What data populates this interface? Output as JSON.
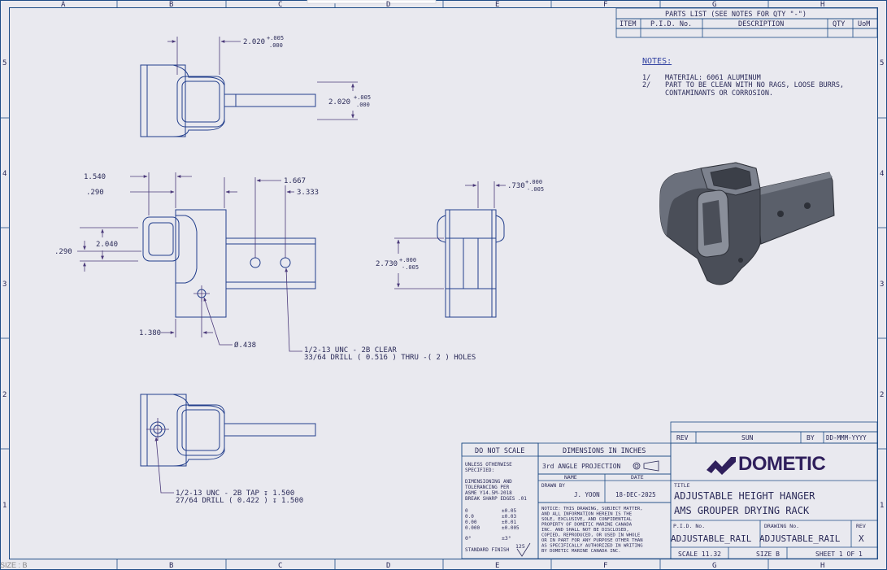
{
  "border": {
    "columns_top": [
      "A",
      "B",
      "C",
      "D",
      "E",
      "F",
      "G",
      "H"
    ],
    "columns_bottom": [
      "B",
      "C",
      "D",
      "E",
      "F",
      "G",
      "H"
    ],
    "rows": [
      "5",
      "4",
      "3",
      "2",
      "1"
    ],
    "size_tag": "SIZE : B"
  },
  "dims": {
    "top_width": "2.020",
    "top_width_tol_plus": "+.005",
    "top_width_tol_minus": ".000",
    "top_height": "2.020",
    "top_height_tol_plus": "+.005",
    "top_height_tol_minus": ".000",
    "front_1540": "1.540",
    "front_290a": ".290",
    "front_2040": "2.040",
    "front_290b": ".290",
    "front_1667": "1.667",
    "front_3333": "3.333",
    "front_1380": "1.380",
    "front_dia": "Ø.438",
    "side_730": ".730",
    "side_730_plus": "+.000",
    "side_730_minus": "-.005",
    "side_2730": "2.730",
    "side_2730_plus": "+.000",
    "side_2730_minus": "-.005"
  },
  "callouts": {
    "clear_line1": "1/2-13 UNC - 2B CLEAR",
    "clear_line2": "33/64 DRILL ( 0.516 )  THRU  -( 2 ) HOLES",
    "tap_line1": "1/2-13 UNC - 2B TAP ↧ 1.500",
    "tap_line2": "27/64 DRILL ( 0.422 ) ↧ 1.500"
  },
  "parts_list": {
    "title": "PARTS LIST (SEE NOTES FOR QTY \"-\")",
    "headers": [
      "ITEM",
      "P.I.D. No.",
      "DESCRIPTION",
      "QTY",
      "UoM"
    ]
  },
  "notes": {
    "heading": "NOTES:",
    "items": [
      {
        "num": "1/",
        "lines": [
          "MATERIAL: 6061 ALUMINUM"
        ]
      },
      {
        "num": "2/",
        "lines": [
          "PART TO BE CLEAN WITH NO RAGS, LOOSE BURRS,",
          "CONTAMINANTS OR CORROSION."
        ]
      }
    ]
  },
  "revision": {
    "rev_label": "REV",
    "sun_label": "SUN",
    "by_label": "BY",
    "date_placeholder": "DD-MMM-YYYY"
  },
  "title_block": {
    "do_not_scale": "DO NOT SCALE",
    "dimensions_in": "DIMENSIONS IN INCHES",
    "unless": [
      "UNLESS OTHERWISE",
      "SPECIFIED:"
    ],
    "tolerancing": [
      "DIMENSIONING AND",
      "TOLERANCING PER",
      "ASME Y14.5M-2018",
      "BREAK SHARP EDGES .01"
    ],
    "tolerances": [
      {
        "dec": "0",
        "tol": "±0.05"
      },
      {
        "dec": "0.0",
        "tol": "±0.03"
      },
      {
        "dec": "0.00",
        "tol": "±0.01"
      },
      {
        "dec": "0.000",
        "tol": "±0.005"
      }
    ],
    "angle": {
      "label": "0°",
      "tol": "±3°"
    },
    "standard_finish": "STANDARD FINISH",
    "finish_value": "125",
    "projection": "3rd ANGLE PROJECTION",
    "name_header": "NAME",
    "date_header": "DATE",
    "drawn_by_label": "DRAWN BY",
    "drawn_by": "J. YOON",
    "drawn_date": "18-DEC-2025",
    "notice": [
      "NOTICE: THIS DRAWING, SUBJECT MATTER,",
      "AND ALL INFORMATION HEREIN IS THE",
      "SOLE, EXCLUSIVE, AND CONFIDENTIAL",
      "PROPERTY OF DOMETIC MARINE CANADA",
      "INC. AND SHALL NOT BE DISCLOSED,",
      "COPIED, REPRODUCED, OR USED IN WHOLE",
      "OR IN PART FOR ANY PURPOSE OTHER THAN",
      "AS SPECIFICALLY AUTHORIZED IN WRITING",
      "BY DOMETIC MARINE CANADA INC."
    ],
    "logo_text": "DOMETIC",
    "title_label": "TITLE",
    "title_line1": "ADJUSTABLE HEIGHT HANGER",
    "title_line2": "AMS GROUPER DRYING RACK",
    "pid_label": "P.I.D. No.",
    "pid_value": "ADJUSTABLE_RAIL",
    "drawing_label": "DRAWING No.",
    "drawing_value": "ADJUSTABLE_RAIL",
    "rev_label": "REV",
    "rev_value": "X",
    "scale": "SCALE 11.32",
    "size": "SIZE B",
    "sheet": "SHEET 1 OF 1"
  },
  "colors": {
    "paper": "#e9e9ef",
    "border": "#1f4d86",
    "geometry": "#233f8c",
    "dimension": "#4b3a7a",
    "text": "#2a2a58",
    "logo": "#2f1f5c",
    "iso_body": "#4a4e58"
  }
}
